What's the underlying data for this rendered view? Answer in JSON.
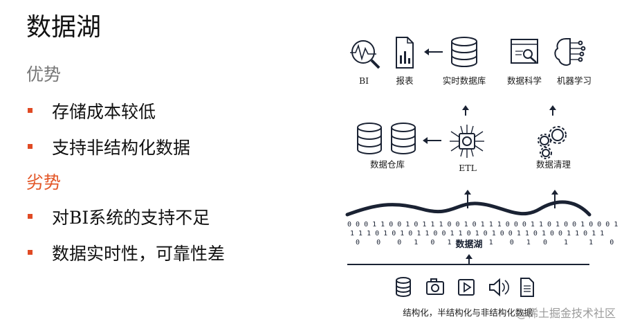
{
  "title": "数据湖",
  "pros": {
    "heading": "优势",
    "items": [
      "存储成本较低",
      "支持非结构化数据"
    ]
  },
  "cons": {
    "heading": "劣势",
    "items": [
      "对BI系统的支持不足",
      "数据实时性，可靠性差"
    ]
  },
  "diagram": {
    "bi": "BI",
    "report": "报表",
    "realtime_db": "实时数据库",
    "data_science": "数据科学",
    "ml": "机器学习",
    "warehouse": "数据仓库",
    "etl": "ETL",
    "cleaning": "数据清理",
    "lake": "数据湖",
    "sources": "结构化，半结构化与非结构化数据"
  },
  "binary_rows": [
    "0 0 0 1 1 0 0 1 0 1 1 1 0 0 1 0 1 1 1 0 0 0 1 1 0 1 0 0 1 0 0 0 1",
    "1 1 1 0 1 0 1 0 1 1 0 0 1 1 0 1 0 1 0 0 1 1 0 1 0 0 1 1 0 1 1",
    " 0    0    0   1   0   1    0    1    0   1   0    1     1    0"
  ],
  "watermark": "@稀土掘金技术社区",
  "colors": {
    "accent": "#e35728",
    "bullet": "#e04a24",
    "muted": "#777777",
    "icon": "#1a2233"
  }
}
